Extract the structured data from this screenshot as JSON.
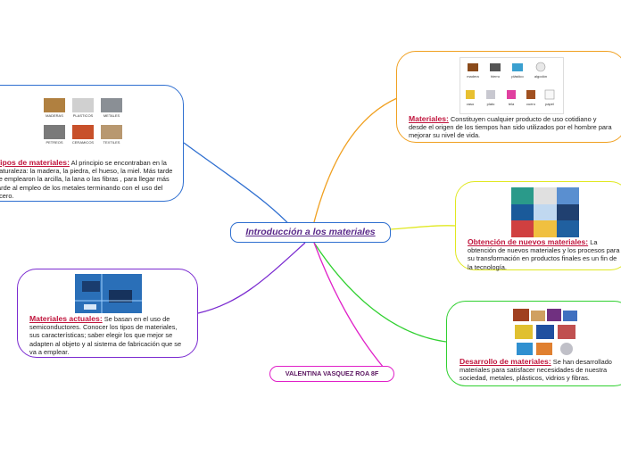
{
  "central": {
    "title": "Introducción a los materiales"
  },
  "author": {
    "name": "VALENTINA VASQUEZ ROA 8F"
  },
  "nodes": {
    "tipos": {
      "heading": "Tipos de materiales:",
      "body": "Al principio se encontraban en la naturaleza: la madera, la piedra, el hueso,  la miel. Más tarde se  emplearon  la arcilla, la lana o las fibras , para llegar más tarde al empleo de los metales terminando  con el uso del acero.",
      "image_labels": [
        "MADERAS",
        "PLASTICOS",
        "METALES",
        "PETREOS",
        "CERAMICOS",
        "TEXTILES"
      ]
    },
    "actuales": {
      "heading": "Materiales actuales:",
      "body": "Se basan en el uso de semiconductores. Conocer los tipos de materiales, sus características; saber elegir los que mejor se adapten al objeto y al  sistema de fabricación que se va a emplear."
    },
    "materiales": {
      "heading": "Materiales:",
      "body": "Constituyen cualquier producto de uso cotidiano y desde el origen de los tiempos han sido utilizados por el hombre para mejorar su nivel de vida.",
      "image_labels": [
        "madera",
        "hierro",
        "plástico",
        "algodón",
        "vaso",
        "plato",
        "tela",
        "cuero",
        "papel"
      ]
    },
    "obtencion": {
      "heading": "Obtención de nuevos materiales:",
      "body": "La obtención de nuevos materiales y los procesos para su transformación en productos finales es un fin de la tecnología."
    },
    "desarrollo": {
      "heading": "Desarrollo de materiales:",
      "body": "Se han desarrollado materiales  para satisfacer necesidades de nuestra sociedad, metales, plásticos, vidrios y fibras."
    }
  },
  "colors": {
    "tipos": "#2f6fd0",
    "actuales": "#7a2ad0",
    "materiales": "#f0a020",
    "obtencion": "#e0e820",
    "desarrollo": "#30d030",
    "author": "#e020c8",
    "central": "#2f6fd0",
    "heading": "#c0143c"
  }
}
